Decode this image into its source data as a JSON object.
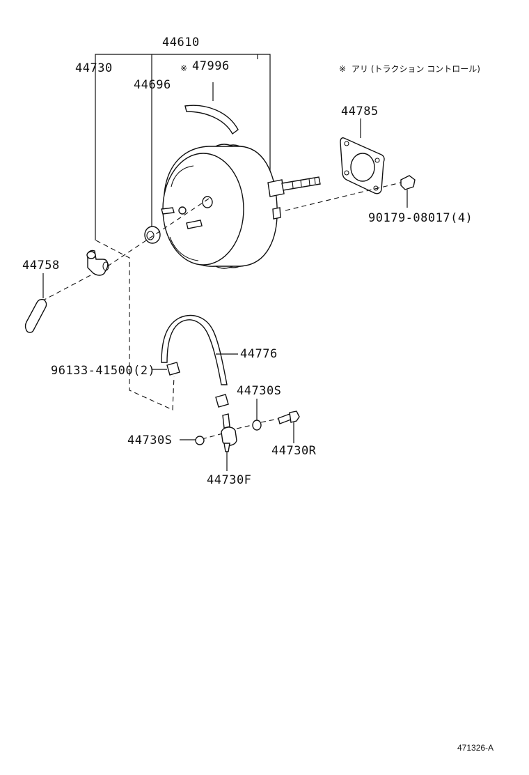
{
  "labels": {
    "p44610": "44610",
    "p44730": "44730",
    "p47996": "47996",
    "p44696": "44696",
    "p44785": "44785",
    "p90179": "90179-08017(4)",
    "p44758": "44758",
    "p44776": "44776",
    "p96133": "96133-41500(2)",
    "p44730s_right": "44730S",
    "p44730s_left": "44730S",
    "p44730r": "44730R",
    "p44730f": "44730F"
  },
  "note": {
    "mark": "※",
    "text": "アリ (トラクション コントロール)"
  },
  "ref_code": "471326-A"
}
